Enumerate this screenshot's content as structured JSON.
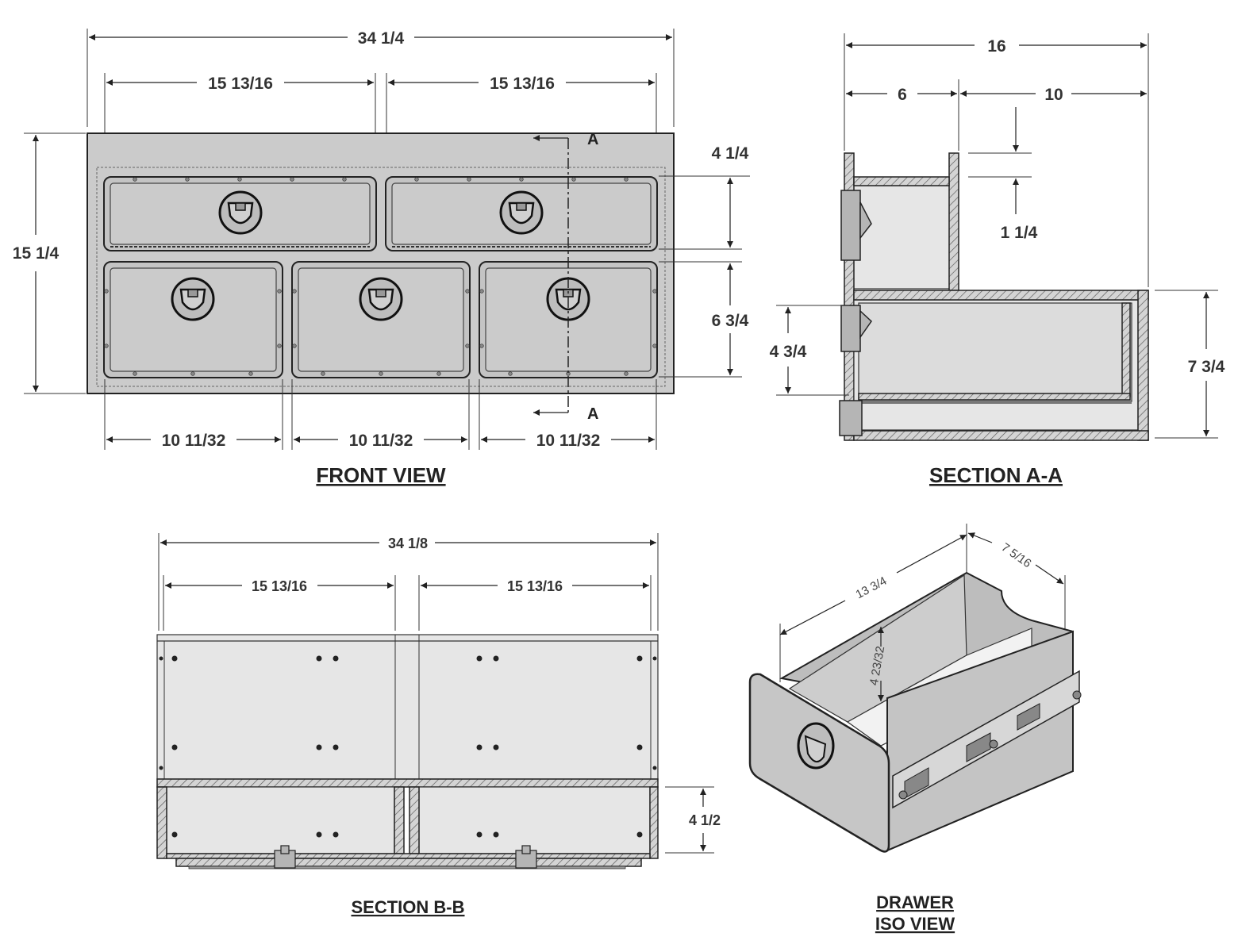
{
  "views": {
    "front": {
      "title": "FRONT VIEW",
      "section_marker": "A",
      "dims": {
        "overall_width": "34 1/4",
        "top_left_width": "15 13/16",
        "top_right_width": "15 13/16",
        "height": "15 1/4",
        "upper_height": "4 1/4",
        "lower_height": "6 3/4",
        "bottom_1": "10 11/32",
        "bottom_2": "10 11/32",
        "bottom_3": "10 11/32"
      }
    },
    "section_aa": {
      "title": "SECTION A-A",
      "dims": {
        "depth": "16",
        "upper_depth": "6",
        "lower_extra": "10",
        "gap": "1 1/4",
        "drawer_height": "4 3/4",
        "lower_height": "7 3/4"
      }
    },
    "section_bb": {
      "title": "SECTION B-B",
      "dims": {
        "overall_width": "34 1/8",
        "left_width": "15 13/16",
        "right_width": "15 13/16",
        "drawer_height": "4 1/2"
      }
    },
    "drawer_iso": {
      "title_line1": "DRAWER",
      "title_line2": "ISO VIEW",
      "dims": {
        "length": "13 3/4",
        "width": "7 5/16",
        "height": "4 23/32"
      }
    }
  },
  "colors": {
    "line": "#222222",
    "panel_fill": "#c9c9c9",
    "background": "#ffffff"
  }
}
